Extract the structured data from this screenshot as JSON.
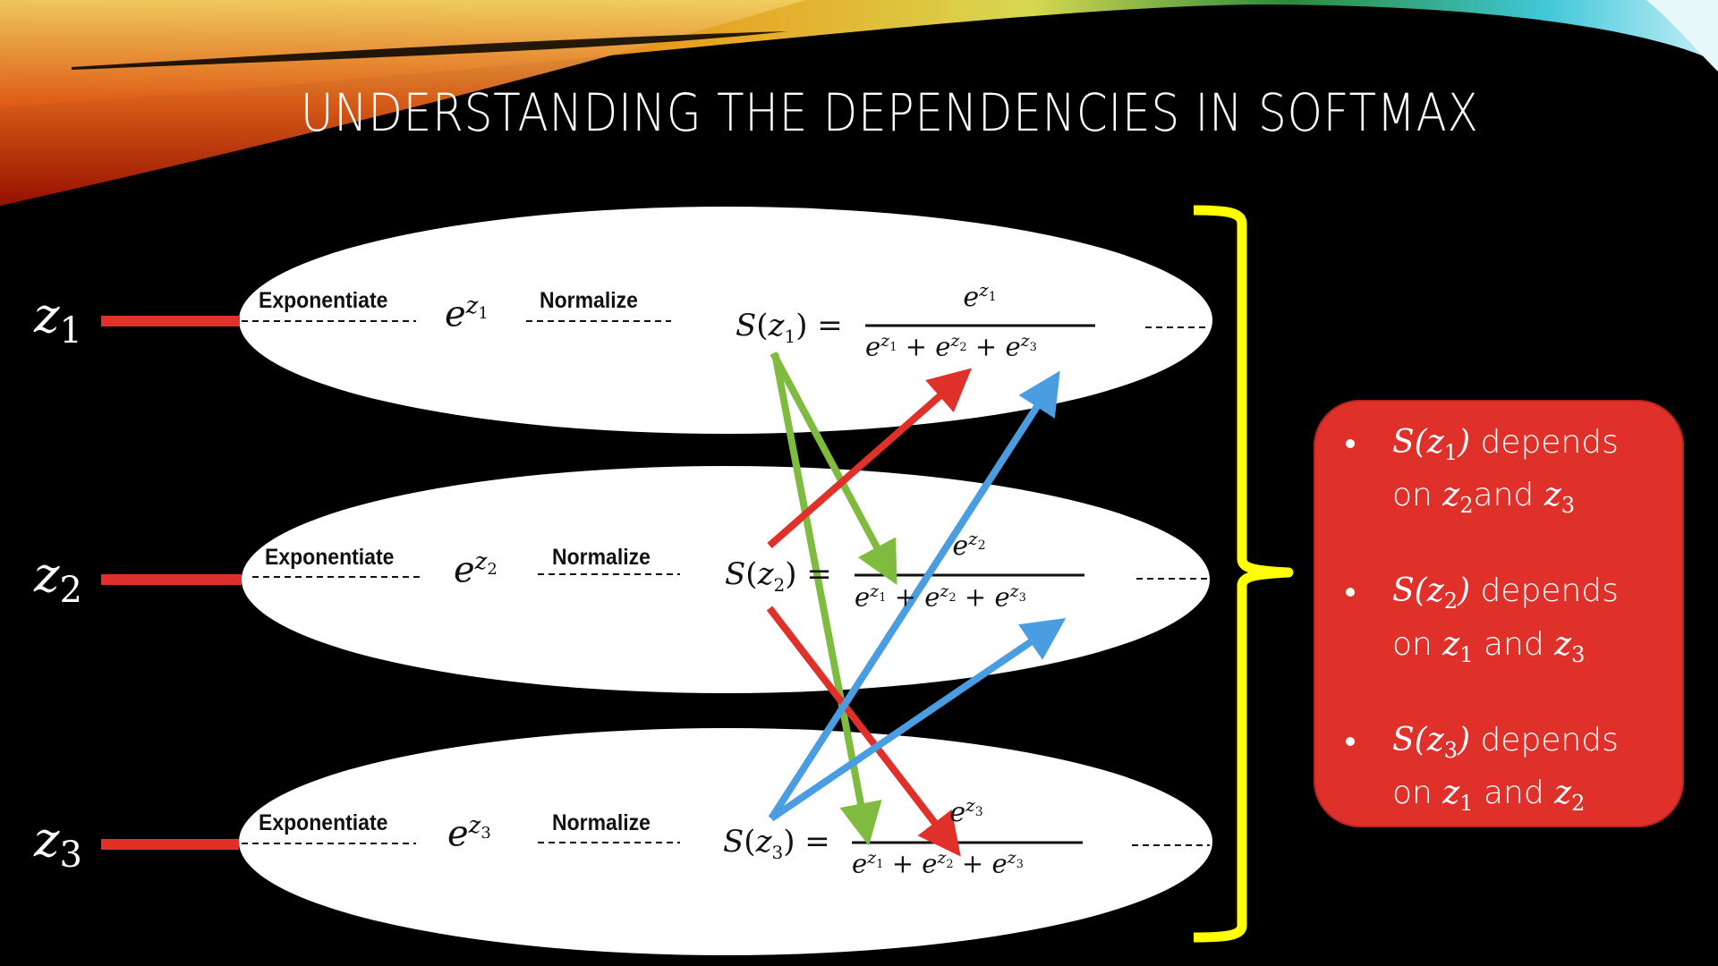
{
  "slide": {
    "title": "UNDERSTANDING THE DEPENDENCIES IN SOFTMAX",
    "colors": {
      "background": "#000000",
      "ellipse": "#ffffff",
      "input_line": "#e0302a",
      "brace": "#ffff00",
      "callout_bg": "#e0302a",
      "arrow_green": "#7fbb3f",
      "arrow_red": "#e0302a",
      "arrow_blue": "#4a9de0"
    }
  },
  "rows": [
    {
      "input": {
        "var": "z",
        "sub": "1"
      },
      "step1_label": "Exponentiate",
      "exp": {
        "base": "e",
        "var": "z",
        "sub": "1"
      },
      "step2_label": "Normalize",
      "softmax": {
        "lhs_fn": "S",
        "lhs_var": "z",
        "lhs_sub": "1",
        "eq": "=",
        "num_var": "z",
        "num_sub": "1"
      },
      "denominator": {
        "t1": "1",
        "t2": "2",
        "t3": "3",
        "plus": "+"
      }
    },
    {
      "input": {
        "var": "z",
        "sub": "2"
      },
      "step1_label": "Exponentiate",
      "exp": {
        "base": "e",
        "var": "z",
        "sub": "2"
      },
      "step2_label": "Normalize",
      "softmax": {
        "lhs_fn": "S",
        "lhs_var": "z",
        "lhs_sub": "2",
        "eq": "=",
        "num_var": "z",
        "num_sub": "2"
      },
      "denominator": {
        "t1": "1",
        "t2": "2",
        "t3": "3",
        "plus": "+"
      }
    },
    {
      "input": {
        "var": "z",
        "sub": "3"
      },
      "step1_label": "Exponentiate",
      "exp": {
        "base": "e",
        "var": "z",
        "sub": "3"
      },
      "step2_label": "Normalize",
      "softmax": {
        "lhs_fn": "S",
        "lhs_var": "z",
        "lhs_sub": "3",
        "eq": "=",
        "num_var": "z",
        "num_sub": "3"
      },
      "denominator": {
        "t1": "1",
        "t2": "2",
        "t3": "3",
        "plus": "+"
      }
    }
  ],
  "dependency_arrows": [
    {
      "color": "green",
      "from": "S(z1)",
      "to": "row2 denominator e^z1"
    },
    {
      "color": "green",
      "from": "S(z1)",
      "to": "row3 denominator e^z1"
    },
    {
      "color": "red",
      "from": "S(z2)",
      "to": "row1 denominator e^z2"
    },
    {
      "color": "red",
      "from": "S(z2)",
      "to": "row3 denominator e^z2"
    },
    {
      "color": "blue",
      "from": "S(z3)",
      "to": "row1 denominator e^z3"
    },
    {
      "color": "blue",
      "from": "S(z3)",
      "to": "row2 denominator e^z3"
    }
  ],
  "callout": {
    "bullets": [
      {
        "fn": "S",
        "var": "z",
        "sub": "1",
        "text1": " depends",
        "text2": "on ",
        "dep_a": "2",
        "mid": "and ",
        "dep_b": "3"
      },
      {
        "fn": "S",
        "var": "z",
        "sub": "2",
        "text1": " depends",
        "text2": "on ",
        "dep_a": "1",
        "mid": " and ",
        "dep_b": "3"
      },
      {
        "fn": "S",
        "var": "z",
        "sub": "3",
        "text1": " depends",
        "text2": "on ",
        "dep_a": "1",
        "mid": " and ",
        "dep_b": "2"
      }
    ]
  }
}
